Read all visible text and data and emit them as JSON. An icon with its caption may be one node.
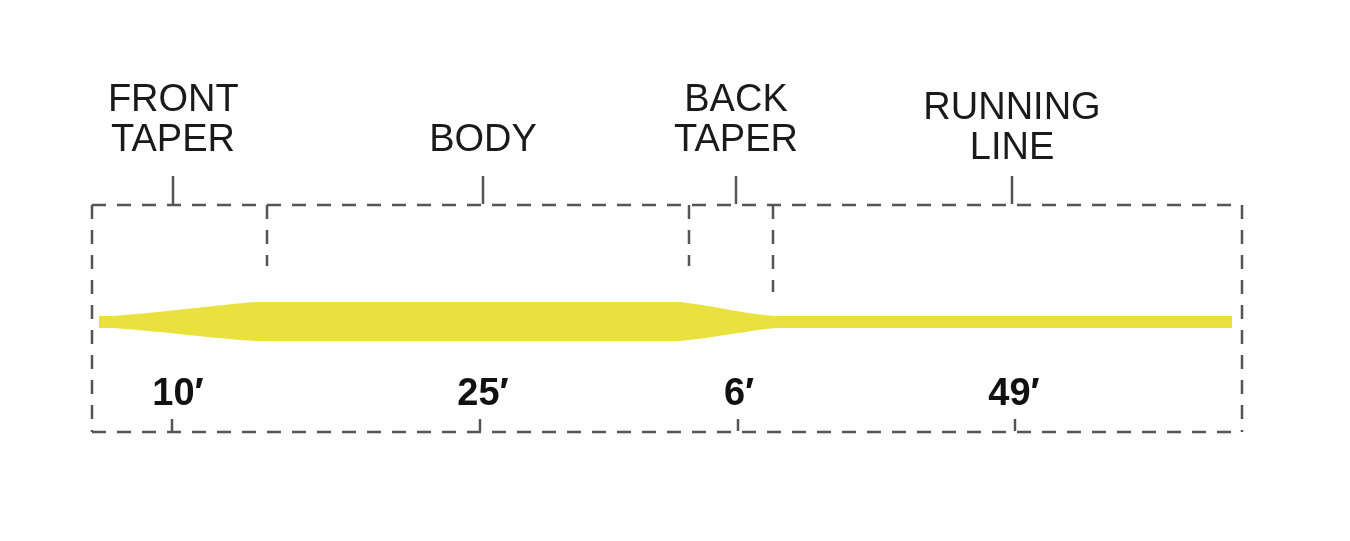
{
  "diagram": {
    "labels": [
      "FRONT TAPER",
      "BODY",
      "BACK TAPER",
      "RUNNING LINE",
      "10′",
      "25′",
      "6′",
      "49′"
    ]
  }
}
